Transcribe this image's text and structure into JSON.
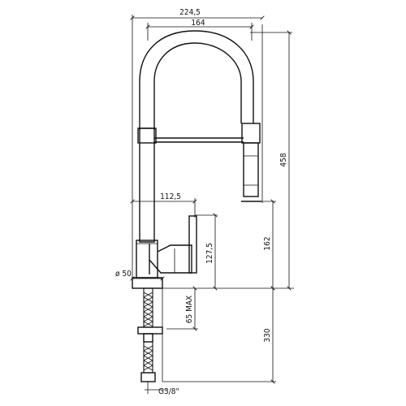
{
  "drawing": {
    "dimensions": {
      "overall_width": "224,5",
      "spout_width": "164",
      "total_height": "458",
      "spout_reach": "112,5",
      "lever_height": "127,5",
      "body_height": "162",
      "base_diameter": "ø 50",
      "max_thickness": "65 MAX",
      "hose_length": "330",
      "thread": "G3/8\""
    }
  }
}
